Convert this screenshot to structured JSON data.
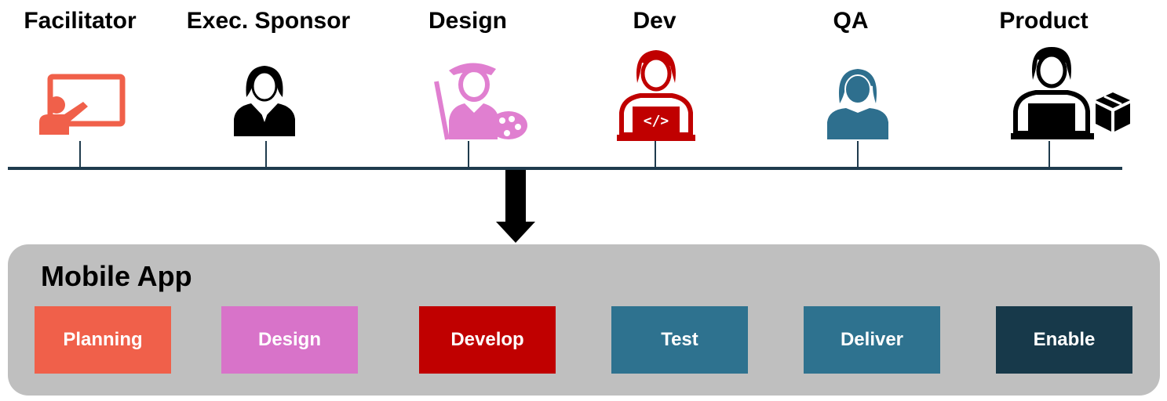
{
  "roles": [
    {
      "label": "Facilitator",
      "color": "#f0604a",
      "icon": "presenter-whiteboard-icon"
    },
    {
      "label": "Exec. Sponsor",
      "color": "#000000",
      "icon": "businesswoman-icon"
    },
    {
      "label": "Design",
      "color": "#e07fd0",
      "icon": "artist-palette-icon"
    },
    {
      "label": "Dev",
      "color": "#c00000",
      "icon": "developer-laptop-code-icon"
    },
    {
      "label": "QA",
      "color": "#2e6f8e",
      "icon": "woman-user-icon"
    },
    {
      "label": "Product",
      "color": "#000000",
      "icon": "person-laptop-box-icon"
    }
  ],
  "container": {
    "title": "Mobile App",
    "background": "#bfbfbf"
  },
  "stages": [
    {
      "label": "Planning",
      "color": "#f0604a"
    },
    {
      "label": "Design",
      "color": "#d873c9"
    },
    {
      "label": "Develop",
      "color": "#c00000"
    },
    {
      "label": "Test",
      "color": "#2e728f"
    },
    {
      "label": "Deliver",
      "color": "#2e728f"
    },
    {
      "label": "Enable",
      "color": "#17394a"
    }
  ],
  "colors": {
    "timeline": "#1f3b4d",
    "arrow": "#000000"
  }
}
